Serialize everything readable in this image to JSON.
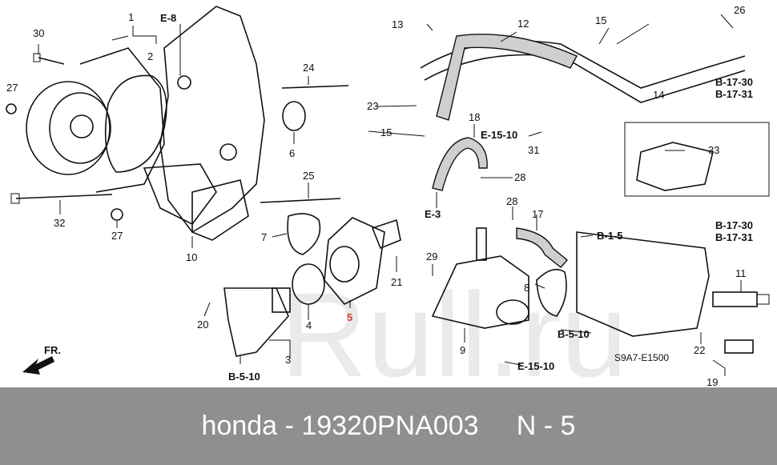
{
  "footer": {
    "brand": "honda",
    "separator": "-",
    "part_number": "19320PNA003",
    "ref_label": "N - 5"
  },
  "diagram": {
    "code": "S9A7-E1500",
    "watermark": "Rull.ru",
    "front_arrow": "FR.",
    "callouts": {
      "n1": "1",
      "n2": "2",
      "n3": "3",
      "n4": "4",
      "n5": "5",
      "n6": "6",
      "n7": "7",
      "n8": "8",
      "n9": "9",
      "n10": "10",
      "n11": "11",
      "n12": "12",
      "n13": "13",
      "n14": "14",
      "n15a": "15",
      "n15b": "15",
      "n17": "17",
      "n18": "18",
      "n19": "19",
      "n20": "20",
      "n21": "21",
      "n22": "22",
      "n23": "23",
      "n24": "24",
      "n25": "25",
      "n26": "26",
      "n27a": "27",
      "n27b": "27",
      "n28a": "28",
      "n28b": "28",
      "n29": "29",
      "n30": "30",
      "n31": "31",
      "n32": "32",
      "n33": "33"
    },
    "refs": {
      "e8": "E-8",
      "e3": "E-3",
      "e1510a": "E-15-10",
      "e1510b": "E-15-10",
      "b510a": "B-5-10",
      "b510b": "B-5-10",
      "b15": "B-1-5",
      "b1730a": "B-17-30",
      "b1731a": "B-17-31",
      "b1730b": "B-17-30",
      "b1731b": "B-17-31"
    }
  }
}
